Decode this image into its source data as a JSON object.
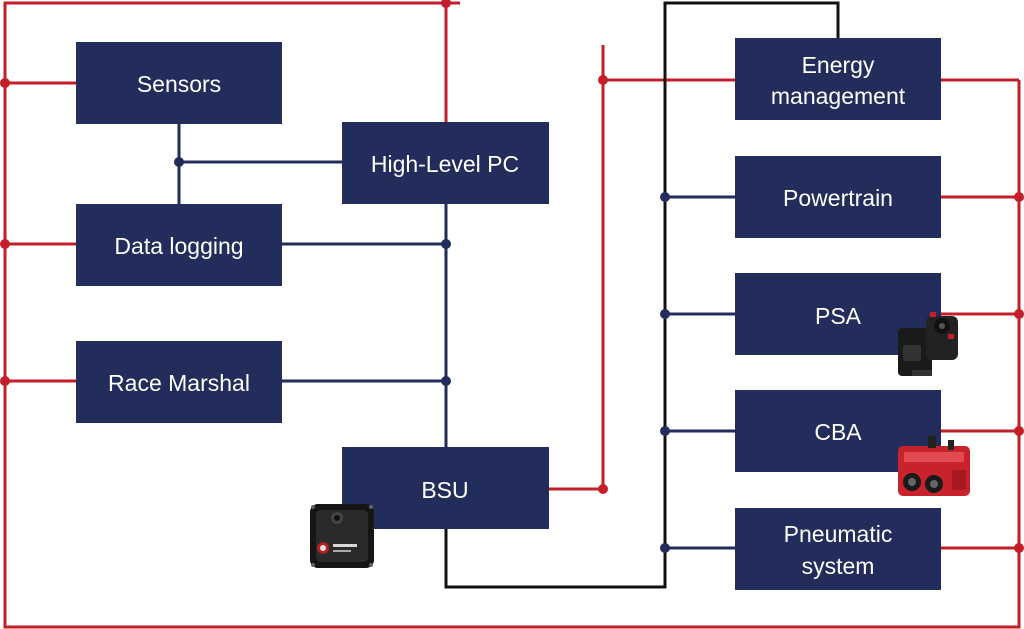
{
  "diagram": {
    "blocks": {
      "sensors": "Sensors",
      "data_logging": "Data logging",
      "race_marshal": "Race Marshal",
      "high_level_pc": "High-Level PC",
      "bsu": "BSU",
      "energy_management": [
        "Energy",
        "management"
      ],
      "powertrain": "Powertrain",
      "psa": "PSA",
      "cba": "CBA",
      "pneumatic_system": [
        "Pneumatic",
        "system"
      ]
    },
    "colors": {
      "block_fill": "#232d5c",
      "block_text": "#ffffff",
      "power_line": "#c41e2b",
      "data_line": "#232d5c",
      "link_line": "#111111"
    },
    "icons": [
      "bsu-device-icon",
      "psa-device-icon",
      "cba-device-icon"
    ]
  }
}
